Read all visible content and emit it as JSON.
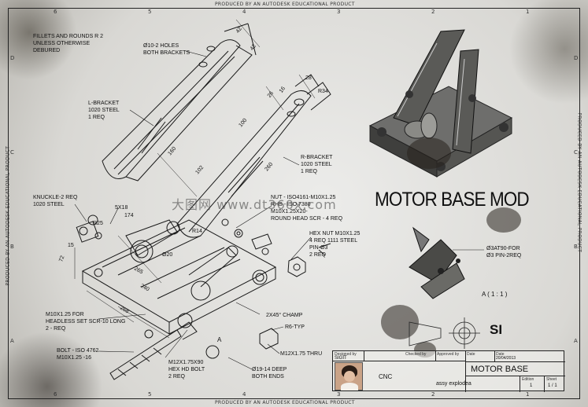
{
  "border": {
    "top_text": "PRODUCED BY AN AUTODESK EDUCATIONAL PRODUCT",
    "bottom_text": "PRODUCED BY AN AUTODESK EDUCATIONAL PRODUCT",
    "left_text": "PRODUCED BY AN AUTODESK EDUCATIONAL PRODUCT",
    "right_text": "PRODUCED BY AN AUTODESK EDUCATIONAL PRODUCT",
    "zones_top": [
      "6",
      "5",
      "4",
      "3",
      "2",
      "1"
    ],
    "zones_bottom": [
      "6",
      "5",
      "4",
      "3",
      "2",
      "1"
    ],
    "zones_left": [
      "D",
      "C",
      "B",
      "A"
    ],
    "zones_right": [
      "D",
      "C",
      "B",
      "A"
    ]
  },
  "notes": {
    "general": "FILLETS AND ROUNDS R 2\nUNLESS OTHERWISE\nDEBURED",
    "holes": "Ø10-2 HOLES\nBOTH BRACKETS",
    "l_bracket": "L-BRACKET\n1020 STEEL\n1 REQ",
    "r_bracket": "R-BRACKET\n1020 STEEL\n1 REQ",
    "knuckle": "KNUCKLE-2 REQ\n1020 STEEL",
    "nut": "NUT - ISO4161-M10X1.25\nRHS - ISO 7380\nM10X1.25X20-\nROUND HEAD SCR - 4 REQ",
    "hex_nut": "HEX NUT M10X1.25\n4 REQ 1111 STEEL\nPIN-Ø3\n2 REQ",
    "headless": "M10X1.25 FOR\nHEADLESS SET SCR-10 LONG\n2 - REQ",
    "bolt": "BOLT - ISO 4762\nM10X1.25 -16",
    "hex_bolt": "M12X1.75X90\nHEX HD BOLT\n2 REQ",
    "champ": "2X45° CHAMP",
    "r6": "R6-TYP",
    "thru": "M12X1.75 THRU",
    "deep": "Ø19-14 DEEP\nBOTH ENDS",
    "detail_note": "Ø3AT90-FOR\nØ3 PIN-2REQ",
    "dim_5x18": "5x18",
    "dim_r25": "R25"
  },
  "title": "MOTOR BASE MOD",
  "watermark": "大图网 www.dt360x.com",
  "detail_label": "A ( 1 : 1 )",
  "view_label": "A",
  "projection": "SI",
  "title_block": {
    "designed_by_label": "Designed by",
    "designed_by": "SIGIT",
    "checked_by_label": "Checked by",
    "approved_label": "Approved by",
    "date_label": "Date",
    "date_label2": "Date",
    "date_value": "20/04/2013",
    "company": "CNC",
    "part_title": "MOTOR BASE",
    "subtitle": "assy explodea",
    "edition_label": "Edition",
    "edition": "1",
    "sheet_label": "Sheet",
    "sheet": "1 / 1"
  },
  "dims": {
    "d42": "42",
    "d42b": "42",
    "d28": "28",
    "d26": "26",
    "d16": "16",
    "r34": "R34",
    "d100": "100",
    "d102": "102",
    "d160": "160",
    "d260": "260",
    "d174": "174",
    "d265": "265",
    "d240": "240",
    "d268": "268",
    "d15": "15",
    "d72": "72",
    "r14": "R14",
    "phi20": "Ø20"
  }
}
